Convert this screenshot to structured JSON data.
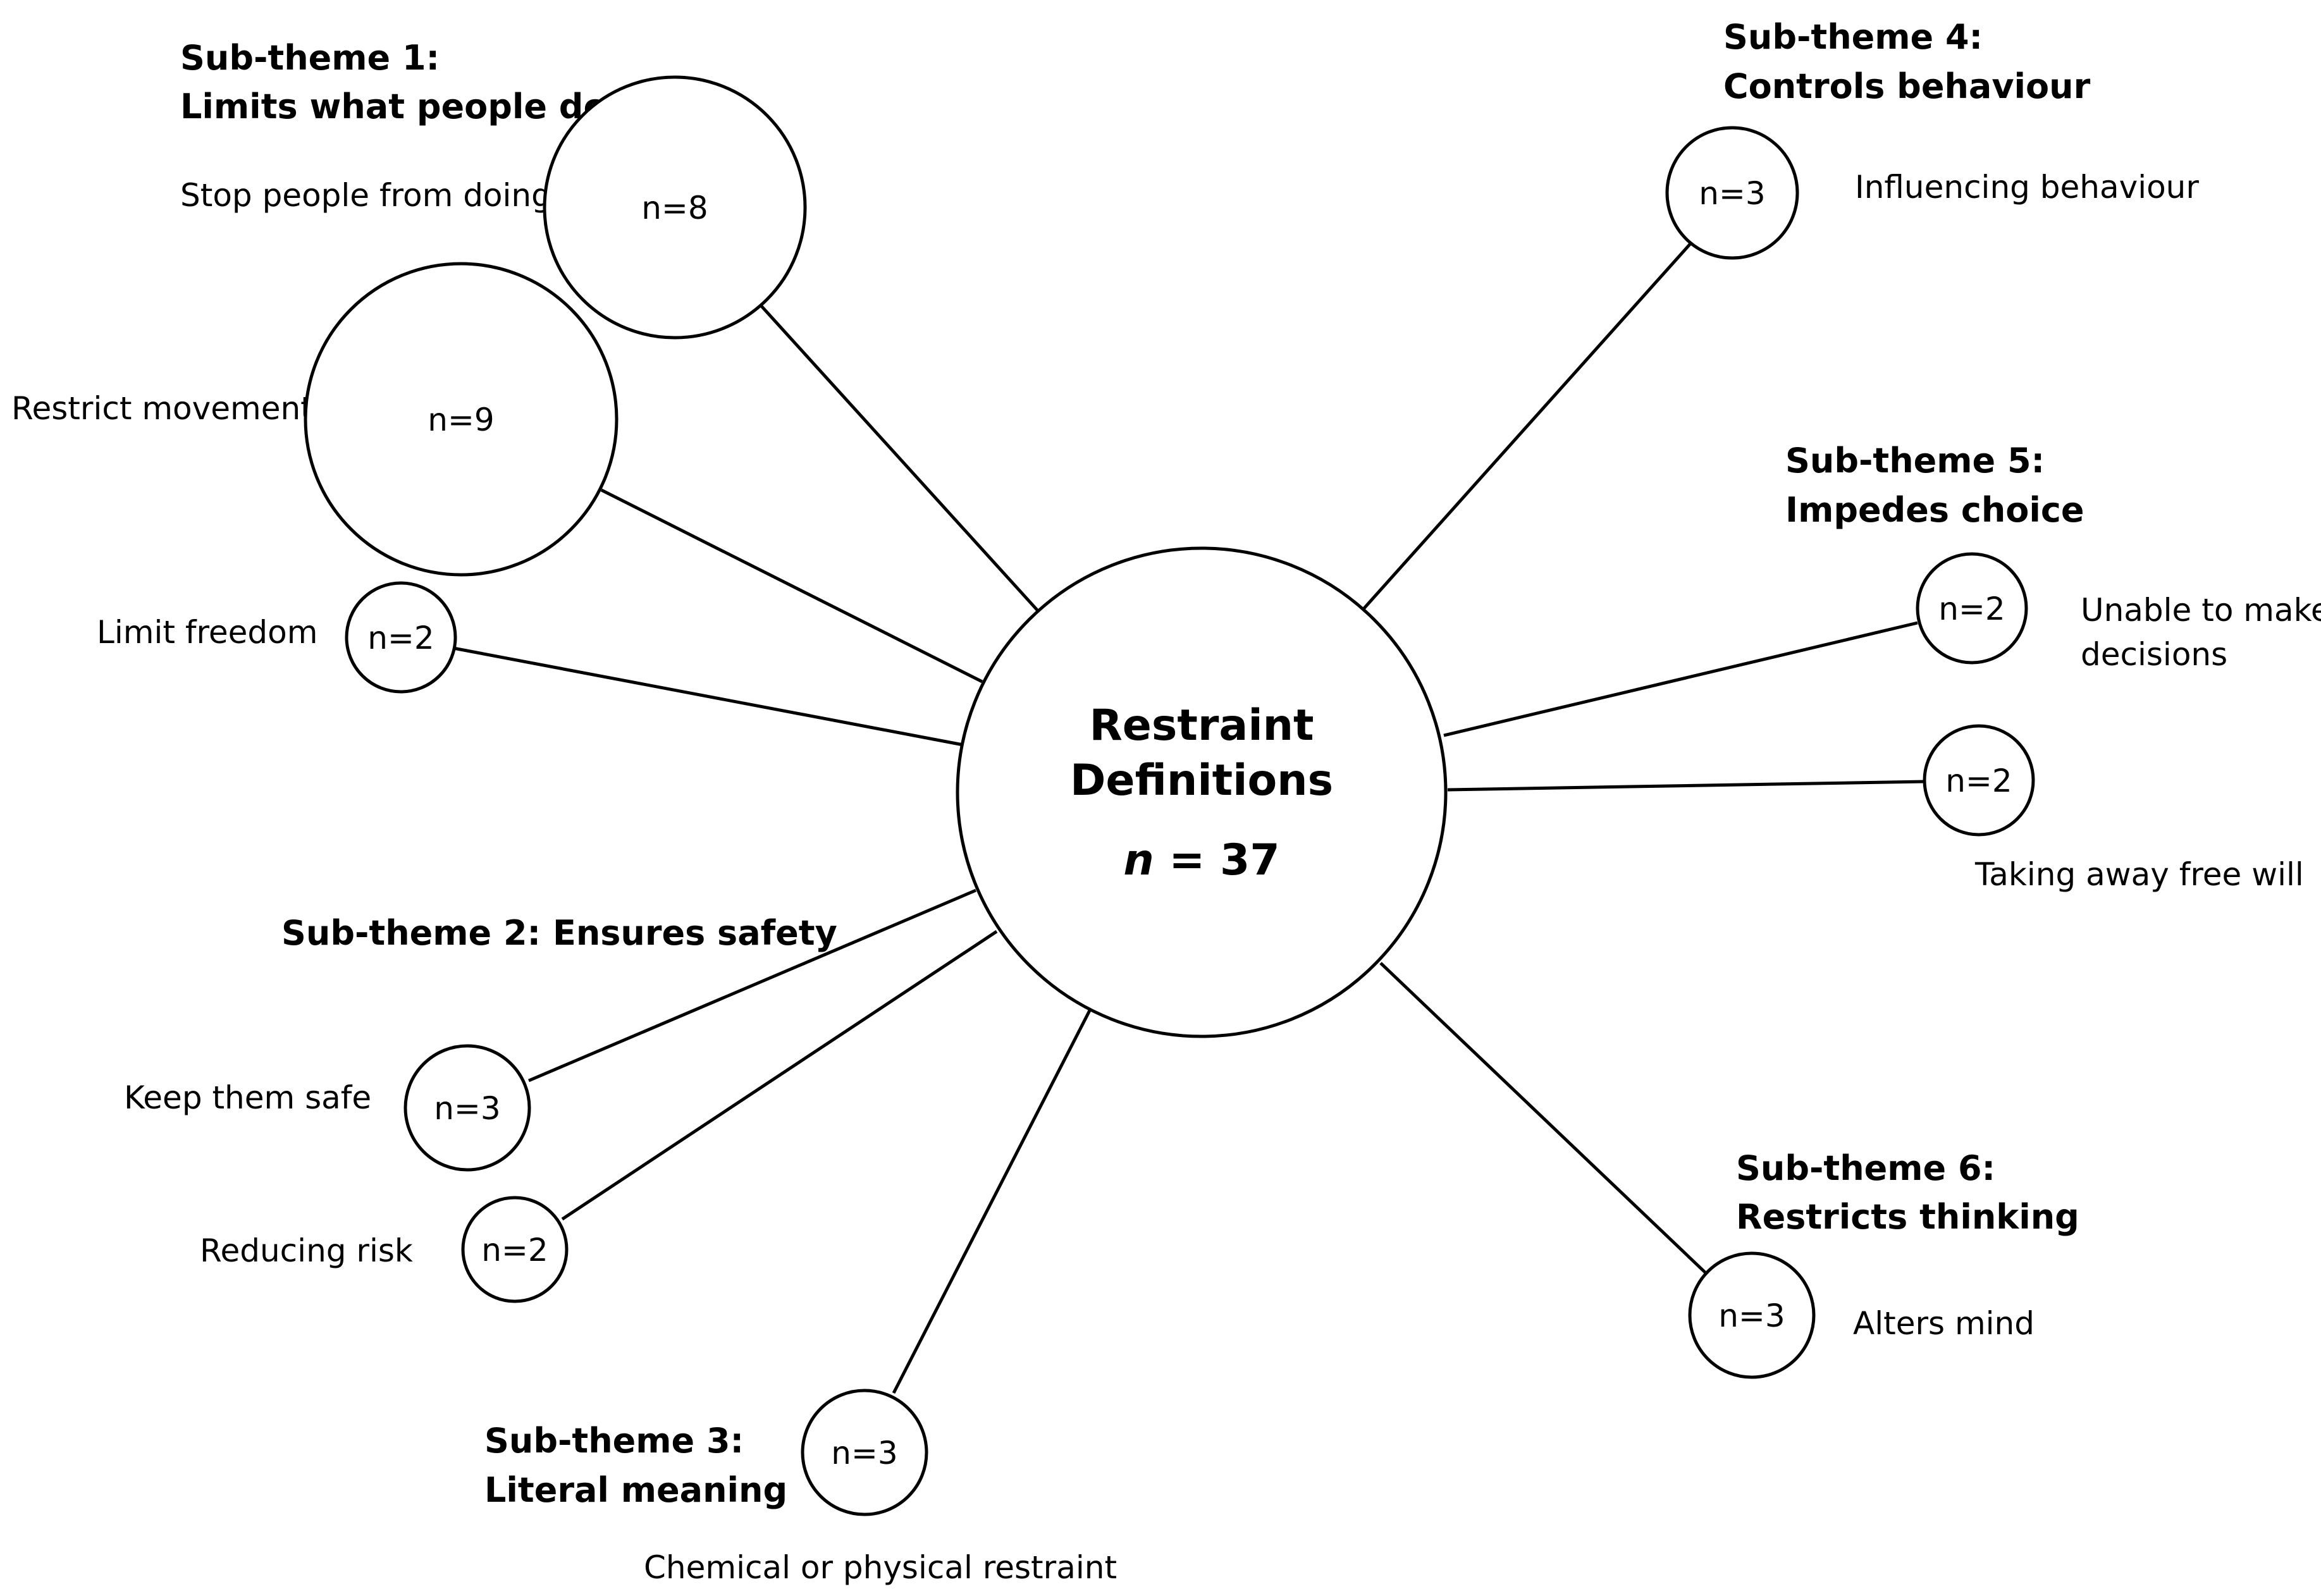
{
  "colors": {
    "stroke": "#000000",
    "background": "#ffffff"
  },
  "center": {
    "title_line1": "Restraint",
    "title_line2": "Definitions",
    "count_symbol": "n",
    "count_value": " = 37"
  },
  "subthemes": [
    {
      "id": "st1",
      "title_line1": "Sub-theme 1:",
      "title_line2": "Limits what people do",
      "items": [
        {
          "label": "Stop people from doing",
          "count": "n=8"
        },
        {
          "label": "Restrict movement",
          "count": "n=9"
        },
        {
          "label": "Limit freedom",
          "count": "n=2"
        }
      ]
    },
    {
      "id": "st2",
      "title_line1": "Sub-theme 2: Ensures safety",
      "title_line2": "",
      "items": [
        {
          "label": "Keep them safe",
          "count": "n=3"
        },
        {
          "label": "Reducing risk",
          "count": "n=2"
        }
      ]
    },
    {
      "id": "st3",
      "title_line1": "Sub-theme 3:",
      "title_line2": "Literal meaning",
      "items": [
        {
          "label": "Chemical or physical restraint",
          "count": "n=3"
        }
      ]
    },
    {
      "id": "st4",
      "title_line1": "Sub-theme 4:",
      "title_line2": "Controls behaviour",
      "items": [
        {
          "label": "Influencing behaviour",
          "count": "n=3"
        }
      ]
    },
    {
      "id": "st5",
      "title_line1": "Sub-theme 5:",
      "title_line2": "Impedes choice",
      "items": [
        {
          "label_line1": "Unable to make",
          "label_line2": "decisions",
          "count": "n=2"
        },
        {
          "label": "Taking away free will",
          "count": "n=2"
        }
      ]
    },
    {
      "id": "st6",
      "title_line1": "Sub-theme 6:",
      "title_line2": "Restricts thinking",
      "items": [
        {
          "label": "Alters mind",
          "count": "n=3"
        }
      ]
    }
  ]
}
